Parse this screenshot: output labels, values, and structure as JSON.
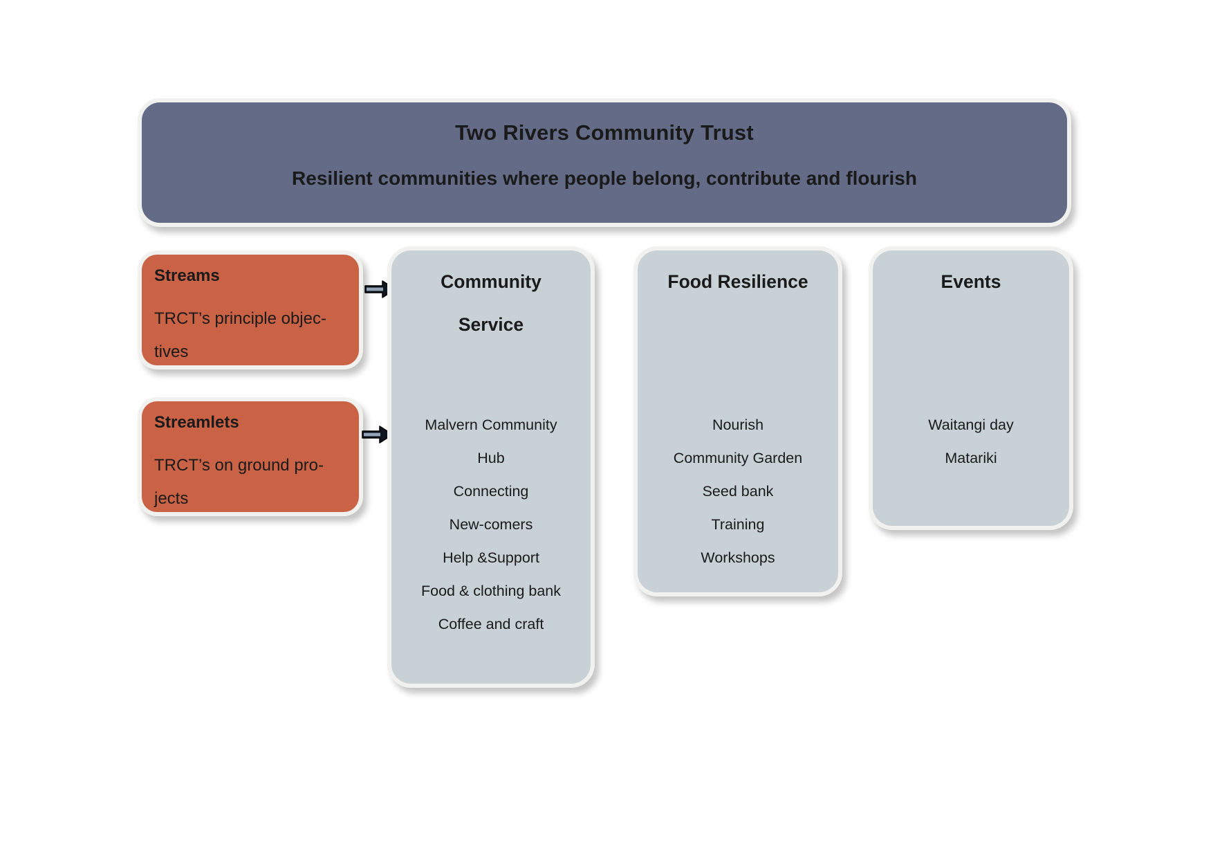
{
  "header": {
    "title": "Two Rivers Community Trust",
    "subtitle": "Resilient communities where people belong, contribute and flourish"
  },
  "streams": {
    "heading": "Streams",
    "body": "TRCT’s principle objec-\ntives"
  },
  "streamlets": {
    "heading": "Streamlets",
    "body": "TRCT’s on ground pro-\njects"
  },
  "categories": [
    {
      "title": "Community\nService",
      "items": [
        "Malvern Community\nHub",
        "Connecting",
        "New-comers",
        "Help &Support",
        "Food & clothing bank",
        "Coffee and craft"
      ]
    },
    {
      "title": "Food Resilience",
      "items": [
        "Nourish",
        "Community Garden",
        "Seed bank",
        "Training",
        "Workshops"
      ]
    },
    {
      "title": "Events",
      "items": [
        "Waitangi day",
        "Matariki"
      ]
    }
  ],
  "icons": {
    "flow_arrow": "right-block-arrow"
  },
  "colors": {
    "header_fill": "#636b87",
    "stream_fill": "#ca6246",
    "category_fill": "#c8d1d6",
    "box_outline": "#f1f1ef",
    "text": "#1a1a1a",
    "arrow_dark": "#10161f",
    "arrow_light": "#93a2b4"
  }
}
